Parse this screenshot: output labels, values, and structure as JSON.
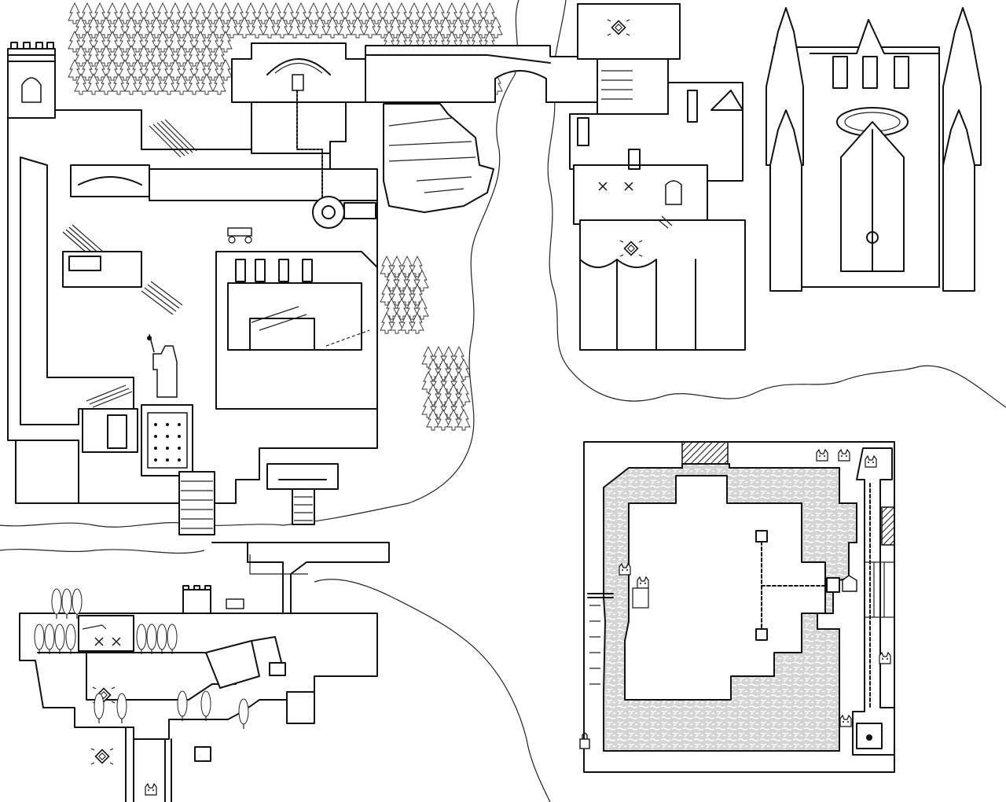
{
  "map": {
    "style": "hand-drawn ink line art",
    "colors": {
      "ink": "#111111",
      "paper": "#ffffff",
      "maze_fill": "#cfcfcf"
    },
    "regions": [
      {
        "id": "castle-town",
        "icon": "castle-icon"
      },
      {
        "id": "cliff-rocks",
        "icon": "rock-icon"
      },
      {
        "id": "ruined-tower",
        "icon": "tower-icon"
      },
      {
        "id": "cathedral",
        "icon": "cathedral-icon"
      },
      {
        "id": "forest-village",
        "icon": "village-icon"
      },
      {
        "id": "labyrinth",
        "icon": "maze-icon"
      }
    ],
    "markers": [
      "save-point-icon",
      "statue-icon",
      "bell-icon",
      "chest-icon",
      "signpost-icon",
      "fountain-icon",
      "cat-npc-icon",
      "lock-icon",
      "paw-icon"
    ]
  }
}
